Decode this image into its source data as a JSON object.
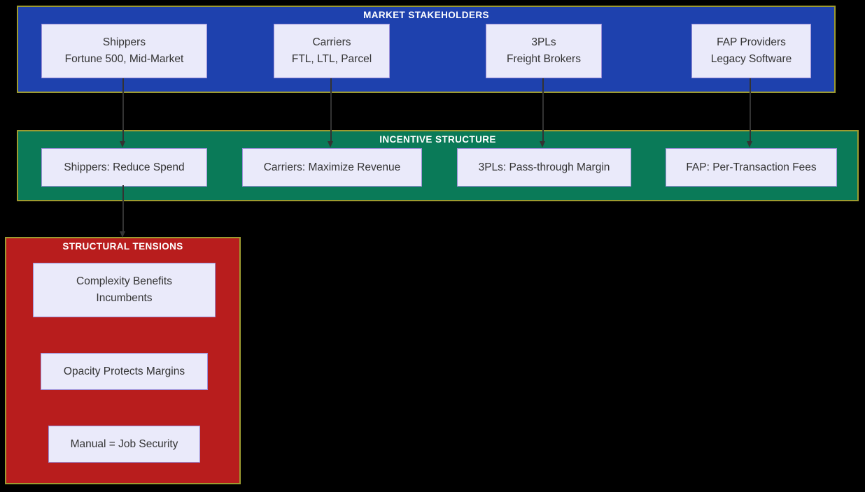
{
  "diagram": {
    "background": "#000000",
    "container_border_color": "#9d9b30",
    "arrow_color": "#333333",
    "node_style": {
      "fill": "#eaeafa",
      "border": "#9c8fd8",
      "text": "#333333"
    },
    "stakeholders": {
      "title": "MARKET STAKEHOLDERS",
      "color": "#1e41ae",
      "nodes": [
        {
          "title": "Shippers",
          "subtitle": "Fortune 500, Mid-Market"
        },
        {
          "title": "Carriers",
          "subtitle": "FTL, LTL, Parcel"
        },
        {
          "title": "3PLs",
          "subtitle": "Freight Brokers"
        },
        {
          "title": "FAP Providers",
          "subtitle": "Legacy Software"
        }
      ]
    },
    "incentives": {
      "title": "INCENTIVE STRUCTURE",
      "color": "#0a7a58",
      "nodes": [
        {
          "label": "Shippers: Reduce Spend"
        },
        {
          "label": "Carriers: Maximize Revenue"
        },
        {
          "label": "3PLs: Pass-through Margin"
        },
        {
          "label": "FAP: Per-Transaction Fees"
        }
      ]
    },
    "tensions": {
      "title": "STRUCTURAL TENSIONS",
      "color": "#b81d1d",
      "nodes": [
        {
          "title": "Complexity Benefits",
          "subtitle": "Incumbents"
        },
        {
          "label": "Opacity Protects Margins"
        },
        {
          "label": "Manual = Job Security"
        }
      ]
    }
  }
}
